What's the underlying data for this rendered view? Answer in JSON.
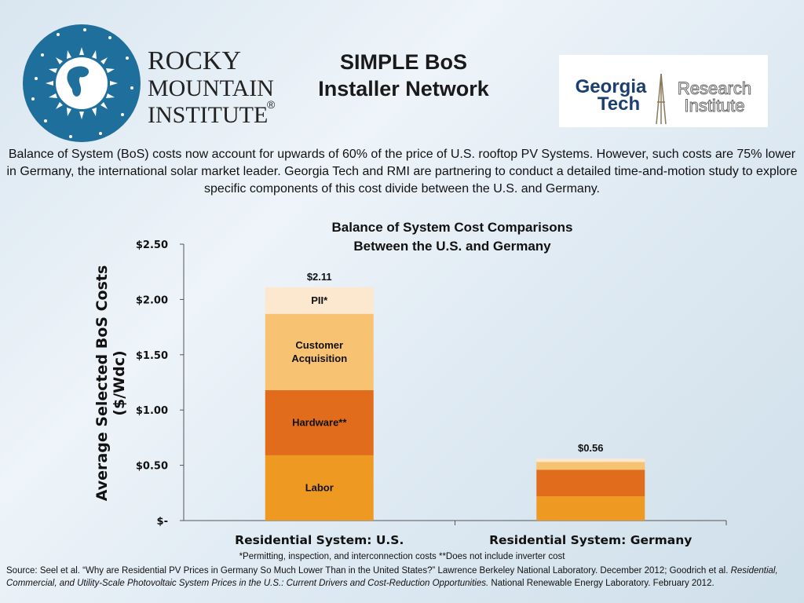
{
  "header": {
    "org_name_line1": "ROCKY",
    "org_name_line2": "MOUNTAIN",
    "org_name_line3": "INSTITUTE",
    "registered_mark": "®",
    "title_line1": "SIMPLE BoS",
    "title_line2": "Installer Network",
    "partner_logo_word1": "Georgia",
    "partner_logo_word2": "Tech",
    "partner_logo_word3": "Research",
    "partner_logo_word4": "Institute"
  },
  "intro": "Balance of System (BoS) costs now account for upwards of 60% of the price of U.S. rooftop PV Systems. However, such costs are 75% lower in Germany, the international solar market leader. Georgia Tech and RMI are partnering to conduct a detailed time-and-motion study to explore specific components of this cost divide between the U.S. and Germany.",
  "chart_data": {
    "type": "bar",
    "stacked": true,
    "title_line1": "Balance of System Cost Comparisons",
    "title_line2": "Between the U.S. and Germany",
    "ylabel_line1": "Average Selected BoS Costs",
    "ylabel_line2": "($/Wdc)",
    "ylim": [
      0,
      2.5
    ],
    "yticks": [
      0,
      0.5,
      1.0,
      1.5,
      2.0,
      2.5
    ],
    "ytick_labels": [
      "$-",
      "$0.50",
      "$1.00",
      "$1.50",
      "$2.00",
      "$2.50"
    ],
    "categories": [
      "Residential System: U.S.",
      "Residential System: Germany"
    ],
    "series": [
      {
        "name": "Labor",
        "color": "#ee9a22",
        "values": [
          0.59,
          0.22
        ]
      },
      {
        "name": "Hardware**",
        "color": "#e06c1c",
        "values": [
          0.59,
          0.24
        ]
      },
      {
        "name": "Customer Acquisition",
        "color": "#f7c373",
        "values": [
          0.69,
          0.07
        ]
      },
      {
        "name": "PII*",
        "color": "#fbe8cf",
        "values": [
          0.24,
          0.03
        ]
      }
    ],
    "segment_labels": {
      "Labor": [
        "Labor"
      ],
      "Hardware**": [
        "Hardware**"
      ],
      "Customer Acquisition": [
        "Customer",
        "Acquisition"
      ],
      "PII*": [
        "PII*"
      ]
    },
    "totals": [
      2.11,
      0.56
    ],
    "total_labels": [
      "$2.11",
      "$0.56"
    ],
    "grid": false,
    "legend": "none"
  },
  "footnote": "*Permitting, inspection, and interconnection costs **Does not include inverter cost",
  "source": {
    "part1": "Source: Seel et al. “Why are Residential PV Prices in Germany So Much Lower Than in the United States?” Lawrence Berkeley National Laboratory. December 2012;  Goodrich et al. ",
    "italic": "Residential, Commercial, and Utility-Scale Photovoltaic System Prices in the U.S.: Current Drivers and Cost-Reduction Opportunities.",
    "part2": " National Renewable Energy Laboratory. February 2012."
  }
}
